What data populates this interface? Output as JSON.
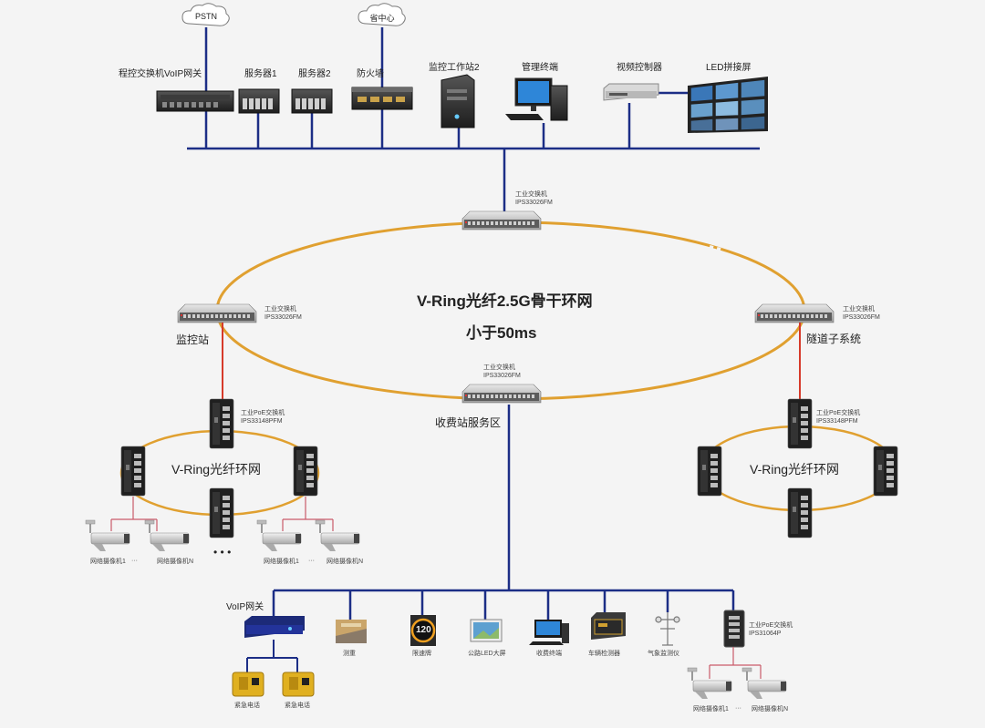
{
  "colors": {
    "bus": "#1c2e86",
    "ring": "#e0a030",
    "uplink": "#d63a2a",
    "camera_link": "#c95a6a"
  },
  "top": {
    "clouds": [
      "PSTN",
      "省中心"
    ],
    "devices": [
      "程控交换机VoIP网关",
      "服务器1",
      "服务器2",
      "防火墙",
      "监控工作站2",
      "管理终端",
      "视频控制器",
      "LED拼接屏"
    ]
  },
  "backbone": {
    "title": "V-Ring光纤2.5G骨干环网",
    "subtitle": "小于50ms",
    "switch_name": "工业交换机",
    "switch_model": "IPS33026FM",
    "site_left": "监控站",
    "site_right": "隧道子系统",
    "site_bottom": "收费站服务区"
  },
  "subring": {
    "label": "V-Ring光纤环网",
    "switch_name": "工业PoE交换机",
    "switch_model": "IPS33148PFM"
  },
  "cameras": {
    "first": "网络摄像机1",
    "dots": "···",
    "last": "网络摄像机N",
    "ellipsis": "• • •"
  },
  "bottom": {
    "voip": "VoIP网关",
    "phone": "紧急电话",
    "devices": [
      "测重",
      "限速牌",
      "公路LED大屏",
      "收费终端",
      "车辆检测器",
      "气象监测仪"
    ],
    "speed_value": "120",
    "poe_switch_name": "工业PoE交换机",
    "poe_switch_model": "IPS31064P"
  }
}
